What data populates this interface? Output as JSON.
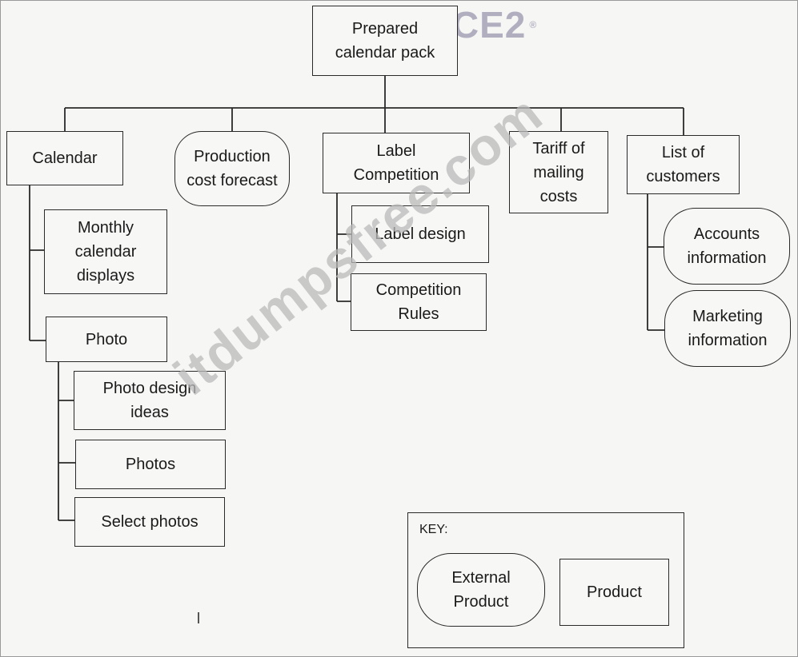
{
  "logo": {
    "text": "PRINCE2",
    "mark": "®"
  },
  "watermark": {
    "text": "itdumpsfree.com"
  },
  "nodes": {
    "root": "Prepared\ncalendar pack",
    "calendar": "Calendar",
    "production_cost": "Production\ncost forecast",
    "label_competition": "Label\nCompetition",
    "tariff": "Tariff of\nmailing\ncosts",
    "list_customers": "List of\ncustomers",
    "monthly_displays": "Monthly\ncalendar\ndisplays",
    "photo": "Photo",
    "photo_design": "Photo design\nideas",
    "photos": "Photos",
    "select_photos": "Select photos",
    "label_design": "Label design",
    "competition_rules": "Competition\nRules",
    "accounts_info": "Accounts\ninformation",
    "marketing_info": "Marketing\ninformation"
  },
  "key": {
    "title": "KEY:",
    "external": "External\nProduct",
    "product": "Product"
  }
}
